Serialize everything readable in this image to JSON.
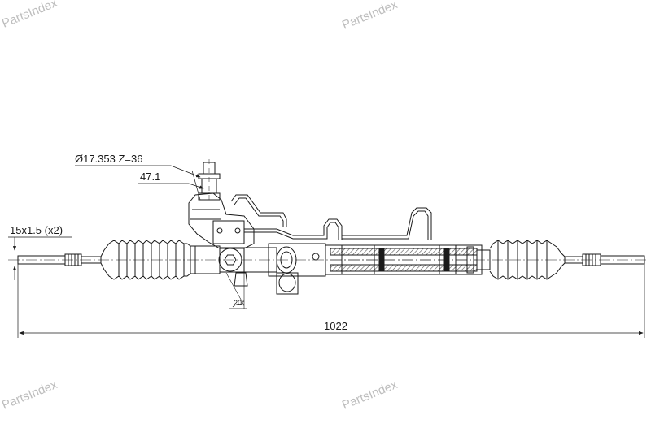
{
  "watermarks": {
    "top_left": "PartsIndex",
    "top_right": "PartsIndex",
    "bottom_left": "PartsIndex",
    "bottom_right": "PartsIndex"
  },
  "dimensions": {
    "pinion_spec": "Ø17.353 Z=36",
    "pinion_length": "47.1",
    "thread_spec": "15x1.5 (x2)",
    "overall_length": "1022",
    "angle": "20°"
  },
  "colors": {
    "line": "#1a1a1a",
    "watermark": "#bdbdbd",
    "hatch": "#555555"
  }
}
